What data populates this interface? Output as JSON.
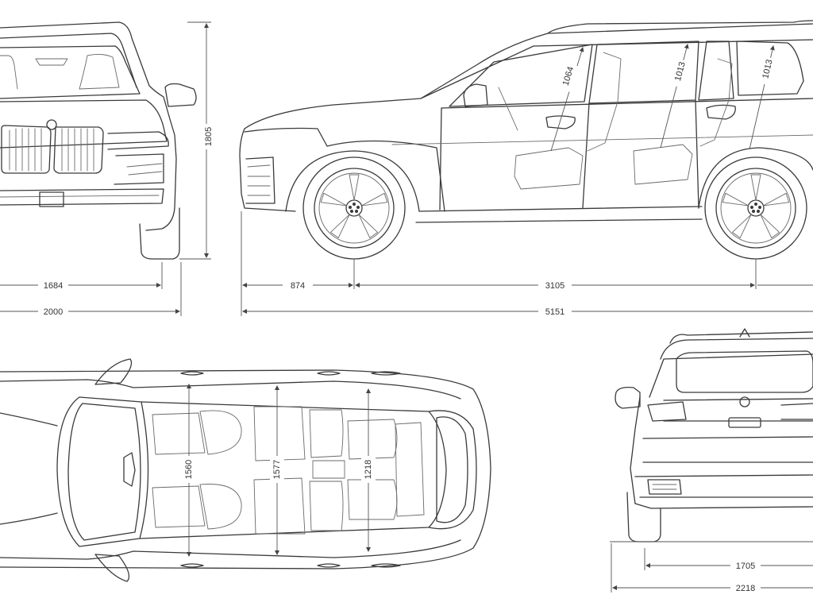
{
  "dimensions": {
    "height": "1805",
    "front_track": "1684",
    "width_mirrors": "2000",
    "front_overhang": "874",
    "wheelbase": "3105",
    "length": "5151",
    "headroom_front": "1064",
    "headroom_second": "1013",
    "headroom_third": "1013",
    "shoulder_front": "1560",
    "shoulder_second": "1577",
    "shoulder_third": "1218",
    "rear_track": "1705",
    "rear_width": "2218"
  },
  "colors": {
    "line": "#3a3a3a",
    "background": "#ffffff"
  }
}
